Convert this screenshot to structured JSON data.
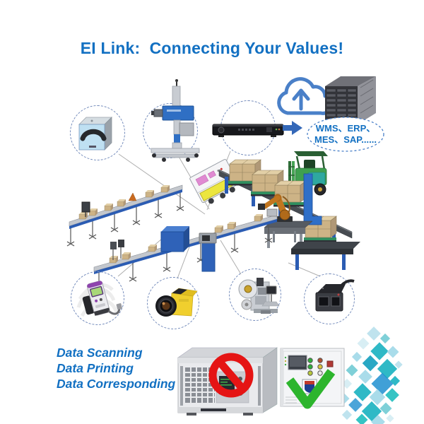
{
  "header": {
    "title": "EI Link:  Connecting Your Values!"
  },
  "integration": {
    "systems_line1": "WMS、ERP、",
    "systems_line2": "MES、SAP......"
  },
  "footer": {
    "line1": "Data Scanning",
    "line2": "Data Printing",
    "line3": "Data Corresponding"
  },
  "icons": {
    "cloud": "cloud-upload-icon",
    "servers": "server-rack-icon",
    "rack_server": "rack-server-icon",
    "arrow": "right-arrow-icon",
    "tto": "tto-printer-icon",
    "laser": "laser-marking-machine-icon",
    "handheld": "handheld-printer-icon",
    "camera": "vision-camera-icon",
    "applicator": "label-applicator-icon",
    "scanner": "fixed-barcode-scanner-icon",
    "pc": "industrial-pc-icon",
    "cabinet": "control-cabinet-icon",
    "no": "prohibition-icon",
    "check": "checkmark-icon",
    "scene": "production-line-illustration"
  },
  "colors": {
    "title_blue": "#1270c2",
    "accent_blue": "#4a80c8",
    "conveyor_blue": "#2b5cb3",
    "prohibition_red": "#e51414",
    "check_green": "#2db52d",
    "mosaic_teal": "#2fb9c6"
  }
}
